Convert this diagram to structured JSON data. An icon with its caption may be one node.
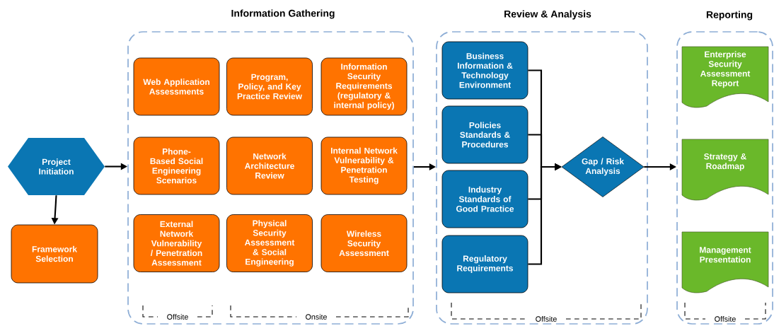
{
  "diagram": {
    "nodes": [
      {
        "text": [
          "Project Initiation"
        ]
      },
      {
        "text": [
          "Framework Selection"
        ]
      },
      {
        "text": [
          "Information Gathering"
        ]
      },
      {
        "text": [
          "Web Application Assessments"
        ],
        "in": 2
      },
      {
        "text": [
          "Program, Policy, and Key Practice Review"
        ],
        "in": 2
      },
      {
        "text": [
          "Information Security Requirements (regulatory & internal policy)"
        ],
        "in": 2
      },
      {
        "text": [
          "Phone-Based Social Engineering Scenarios"
        ],
        "in": 2
      },
      {
        "text": [
          "Network Architecture Review"
        ],
        "in": 2
      },
      {
        "text": [
          "Internal Network Vulnerability & Penetration Testing"
        ],
        "in": 2
      },
      {
        "text": [
          "External Network Vulnerability / Penetration Assessment"
        ],
        "in": 2
      },
      {
        "text": [
          "Physical Security Assessment & Social Engineering"
        ],
        "in": 2
      },
      {
        "text": [
          "Wireless Security Assessment"
        ],
        "in": 2
      },
      {
        "text": [
          "Review & Analysis"
        ]
      },
      {
        "text": [
          "Business Information & Technology Environment"
        ],
        "in": 12
      },
      {
        "text": [
          "Policies Standards & Procedures"
        ],
        "in": 12
      },
      {
        "text": [
          "Industry Standards of Good Practice"
        ],
        "in": 12
      },
      {
        "text": [
          "Regulatory Requirements"
        ],
        "in": 12
      },
      {
        "text": [
          "Gap / Risk Analysis"
        ],
        "in": 12
      },
      {
        "text": [
          "Reporting"
        ]
      },
      {
        "text": [
          "Enterprise Security Assessment Report"
        ],
        "in": 18
      },
      {
        "text": [
          "Strategy & Roadmap"
        ],
        "in": 18
      },
      {
        "text": [
          "Management Presentation"
        ],
        "in": 18
      }
    ],
    "edges": [
      {
        "from": 0,
        "to": 1,
        "arrow": "to"
      },
      {
        "from": 0,
        "to": 2,
        "arrow": "to"
      },
      {
        "from": 2,
        "to": 12,
        "arrow": "to"
      },
      {
        "from": 13,
        "to": 17,
        "arrow": "to"
      },
      {
        "from": 14,
        "to": 17,
        "arrow": "to"
      },
      {
        "from": 15,
        "to": 17,
        "arrow": "to"
      },
      {
        "from": 16,
        "to": 17,
        "arrow": "to"
      },
      {
        "from": 17,
        "to": 18,
        "arrow": "to"
      }
    ],
    "labels": [
      "Offsite",
      "Onsite",
      "Offsite",
      "Offsite"
    ]
  }
}
